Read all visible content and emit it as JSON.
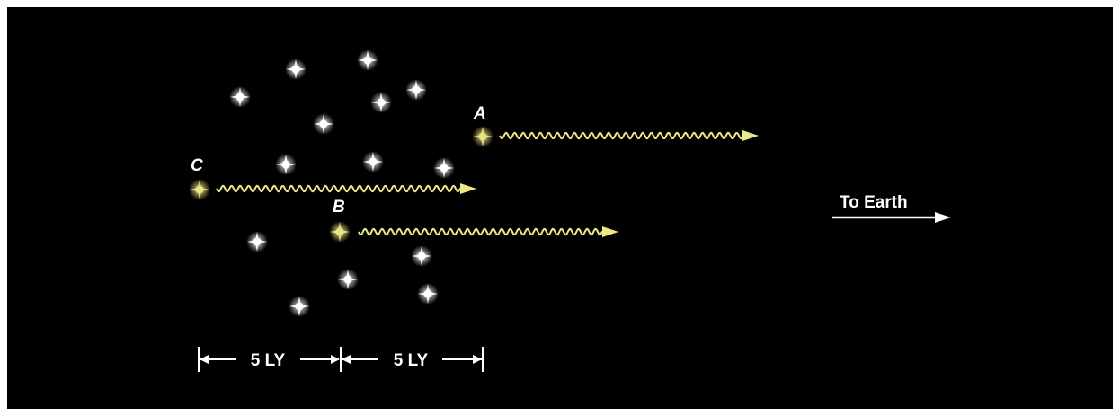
{
  "labels": {
    "star_a": "A",
    "star_b": "B",
    "star_c": "C",
    "direction": "To Earth",
    "scale_left": "5 LY",
    "scale_right": "5 LY"
  },
  "colors": {
    "background": "#000000",
    "frame": "#ffffff",
    "star": "#ffffff",
    "highlight_star": "#e8e48a",
    "light_wave": "#ece887",
    "text": "#ffffff"
  },
  "icons": {
    "star": "sparkle-star-icon",
    "highlight_star": "glowing-star-icon",
    "light_path": "wavy-arrow-icon",
    "direction": "arrow-right-icon"
  }
}
